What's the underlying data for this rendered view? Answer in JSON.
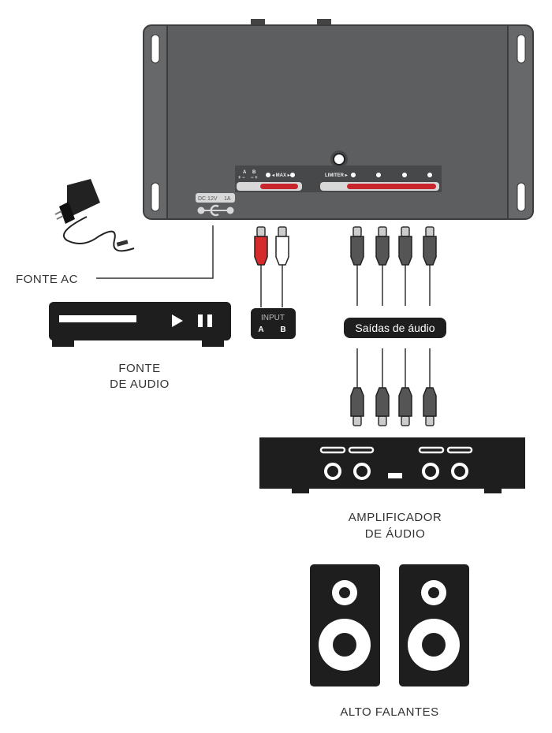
{
  "device": {
    "input_a": "A",
    "input_b": "B",
    "polarity_a": "+ −",
    "polarity_b": "− +",
    "max_label": "◂ MAX ▸",
    "limiter_label": "LIMITER ▸",
    "dc_label": "DC 12V",
    "current_label": "1A"
  },
  "labels": {
    "power": "FONTE AC",
    "source_line1": "FONTE",
    "source_line2": "DE AUDIO",
    "input_title": "INPUT",
    "input_a": "A",
    "input_b": "B",
    "outputs": "Saídas de áudio",
    "amp_line1": "AMPLIFICADOR",
    "amp_line2": "DE ÁUDIO",
    "speakers": "ALTO FALANTES"
  },
  "colors": {
    "device_body": "#5d5e60",
    "panel": "#47484a",
    "red": "#c8262c",
    "black": "#1e1e1e"
  }
}
